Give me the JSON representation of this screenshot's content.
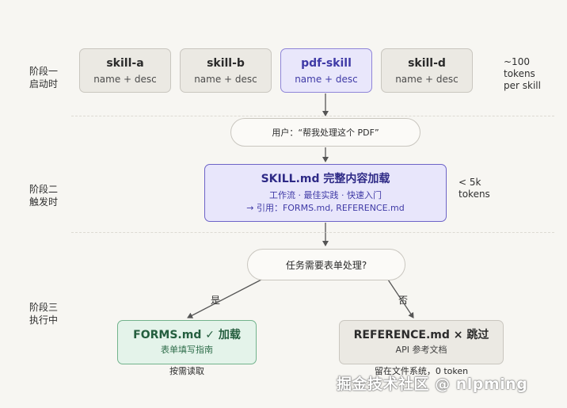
{
  "stages": [
    {
      "line1": "阶段一",
      "line2": "启动时"
    },
    {
      "line1": "阶段二",
      "line2": "触发时"
    },
    {
      "line1": "阶段三",
      "line2": "执行中"
    }
  ],
  "skills": [
    {
      "name": "skill-a",
      "desc": "name + desc"
    },
    {
      "name": "skill-b",
      "desc": "name + desc"
    },
    {
      "name": "pdf-skill",
      "desc": "name + desc",
      "highlighted": true
    },
    {
      "name": "skill-d",
      "desc": "name + desc"
    }
  ],
  "notes": {
    "stage1": [
      "~100",
      "tokens",
      "per skill"
    ],
    "stage2": [
      "< 5k",
      "tokens"
    ]
  },
  "user_prompt": "用户：“帮我处理这个 PDF”",
  "skill_md": {
    "title": "SKILL.md 完整内容加载",
    "line1": "工作流 · 最佳实践 · 快速入门",
    "line2": "→ 引用：FORMS.md, REFERENCE.md"
  },
  "decision": "任务需要表单处理?",
  "branch_yes": "是",
  "branch_no": "否",
  "forms": {
    "title": "FORMS.md ✓ 加载",
    "subtitle": "表单填写指南",
    "below": "按需读取"
  },
  "reference": {
    "title": "REFERENCE.md × 跳过",
    "subtitle": "API 参考文档",
    "below": "留在文件系统，0 token"
  },
  "watermark": "掘金技术社区 @ nlpming",
  "colors": {
    "highlight_fill": "#e9e7fb",
    "highlight_border": "#6d63c7",
    "forms_fill": "#e4f3ea",
    "forms_border": "#72b38c",
    "neutral_fill": "#ebe9e3",
    "arrow": "#555555"
  }
}
